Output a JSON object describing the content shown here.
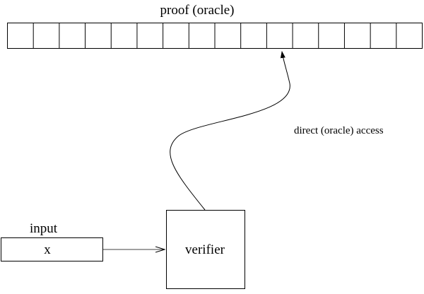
{
  "proof": {
    "label": "proof (oracle)",
    "cell_count": 16
  },
  "access": {
    "label": "direct (oracle) access"
  },
  "input": {
    "label": "input",
    "value": "x"
  },
  "verifier": {
    "label": "verifier"
  }
}
